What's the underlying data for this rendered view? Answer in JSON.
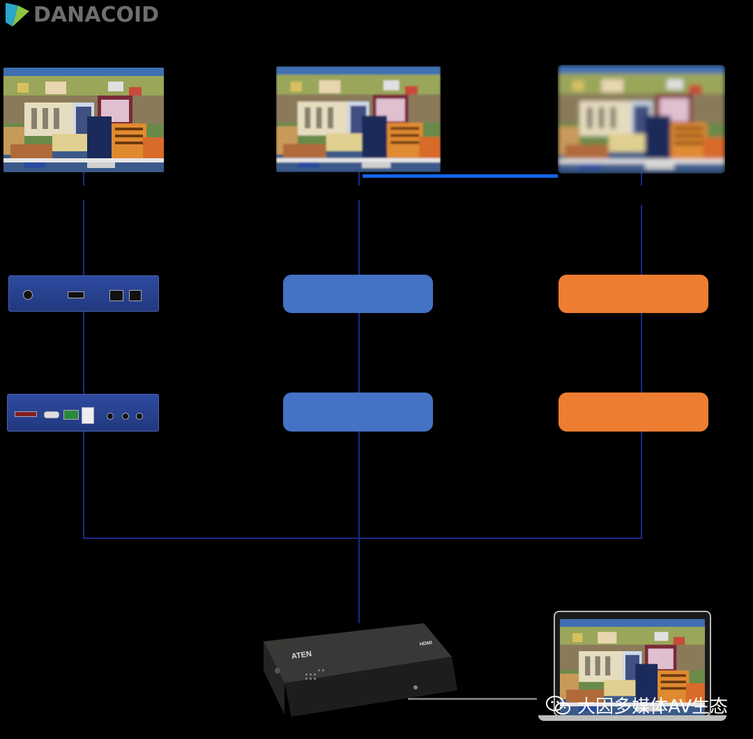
{
  "logo": {
    "text": "DANACOID"
  },
  "device_aten": {
    "brand": "ATEN",
    "badge": "HDMI"
  },
  "watermark": {
    "text": "大因多媒体AV生态"
  },
  "colors": {
    "blue_box": "#4472c4",
    "orange_box": "#ed7d31",
    "line_dark": "#1a2a8a",
    "line_bright": "#1464e6",
    "logo_teal": "#2ba6c9",
    "logo_green": "#8cc63f"
  }
}
